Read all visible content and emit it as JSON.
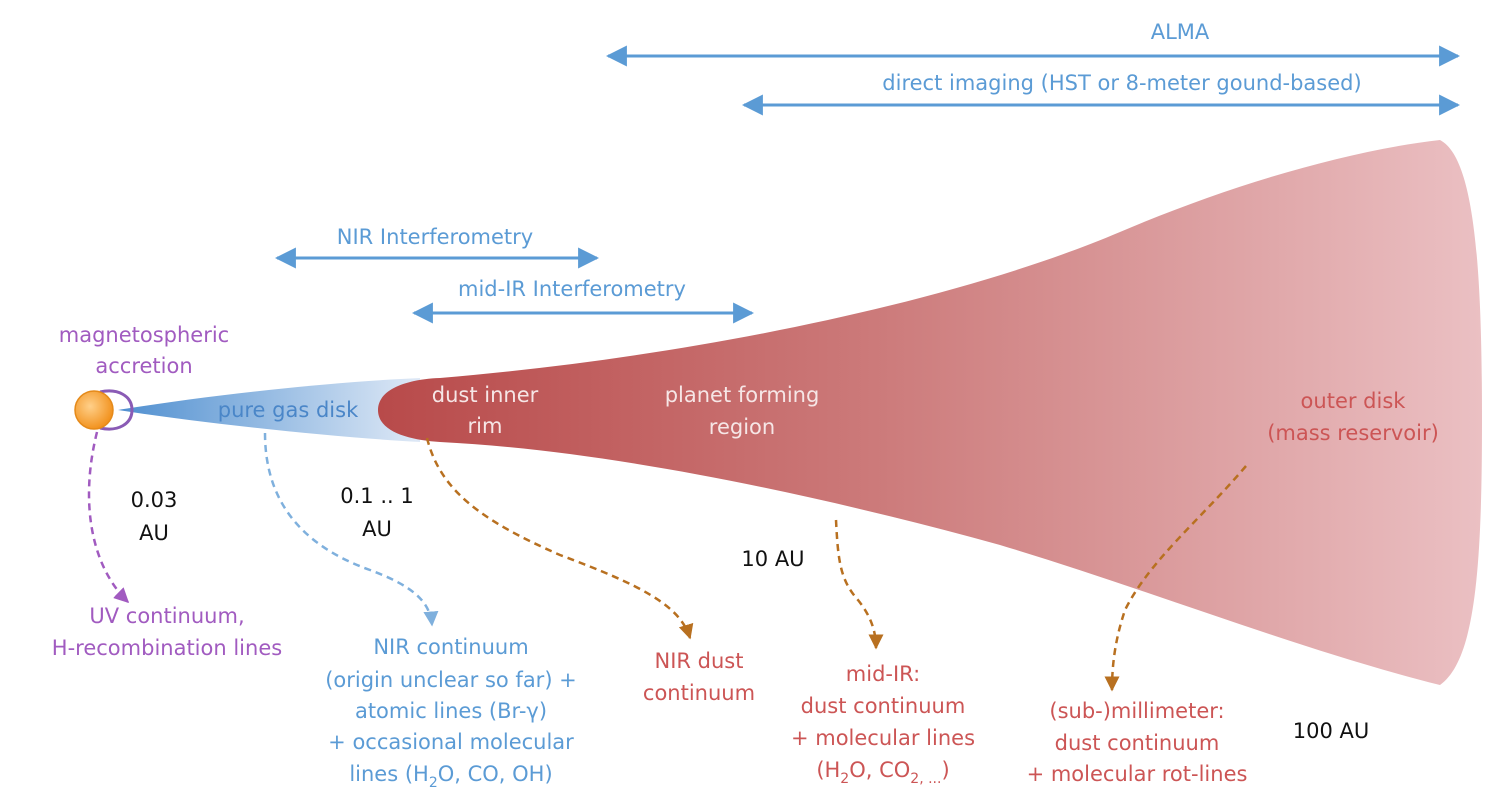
{
  "ranges": {
    "alma": "ALMA",
    "direct_imaging": "direct imaging (HST or 8-meter gound-based)",
    "nir_interferometry": "NIR Interferometry",
    "midir_interferometry": "mid-IR Interferometry"
  },
  "regions": {
    "magnetospheric": [
      "magnetospheric",
      "accretion"
    ],
    "pure_gas_disk": "pure gas disk",
    "dust_inner_rim": [
      "dust inner",
      "rim"
    ],
    "planet_forming": [
      "planet forming",
      "region"
    ],
    "outer_disk": [
      "outer disk",
      "(mass reservoir)"
    ]
  },
  "distances": {
    "d003": [
      "0.03",
      "AU"
    ],
    "d01_1": [
      "0.1 .. 1",
      "AU"
    ],
    "d10": "10 AU",
    "d100": "100 AU"
  },
  "emission": {
    "uv": [
      "UV continuum,",
      "H-recombination lines"
    ],
    "nir_continuum": {
      "line1": "NIR continuum",
      "line2": "(origin unclear so far) +",
      "line3": "atomic lines (Br-γ)",
      "line4": "+ occasional molecular",
      "line5_pre": "lines (H",
      "line5_sub": "2",
      "line5_post": "O, CO, OH)"
    },
    "nir_dust": [
      "NIR dust",
      "continuum"
    ],
    "midir": {
      "line1": "mid-IR:",
      "line2": "dust continuum",
      "line3": "+ molecular lines",
      "line4_pre": "(H",
      "line4_sub1": "2",
      "line4_mid": "O, CO",
      "line4_sub2": "2, ...",
      "line4_post": ")"
    },
    "submm": [
      "(sub-)millimeter:",
      "dust continuum",
      "+ molecular rot-lines"
    ]
  },
  "colors": {
    "range_arrow": "#5b9bd5",
    "gas_disk": "#5b9bd5",
    "dust_disk_inner": "#b84a4a",
    "dust_disk_outer": "#e8b4b8",
    "star": "#f5a030",
    "magnetosphere": "#8a5bb5",
    "arrow_purple": "#a15bc0",
    "arrow_blue": "#7fb0dd",
    "arrow_brown": "#b87020",
    "label_red": "#cc5555",
    "label_blue": "#5b9bd5",
    "label_purple": "#a15bc0"
  }
}
